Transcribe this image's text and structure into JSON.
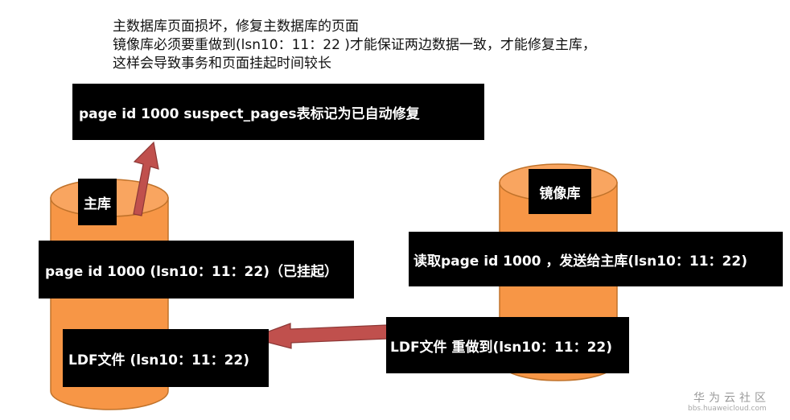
{
  "notes": {
    "line1": "主数据库页面损坏，修复主数据库的页面",
    "line2": "镜像库必须要重做到(lsn10：11：22 )才能保证两边数据一致，才能修复主库，",
    "line3": "这样会导致事务和页面挂起时间较长"
  },
  "labels": {
    "top_box": "page id 1000 suspect_pages表标记为已自动修复",
    "main_db": "主库",
    "mirror_db": "镜像库",
    "main_page": "page id 1000 (lsn10：11：22)（已挂起）",
    "mirror_read": "读取page id 1000 ，发送给主库(lsn10：11：22)",
    "ldf_main": "LDF文件 (lsn10：11：22)",
    "ldf_mirror": "LDF文件 重做到(lsn10：11：22)"
  },
  "watermark": {
    "title": "华为云社区",
    "url": "bbs.huaweicloud.com"
  },
  "colors": {
    "cylinder_fill": "#f79646",
    "cylinder_stroke": "#c0722a",
    "arrow_fill": "#c0504d",
    "arrow_stroke": "#8c3836",
    "box_fill": "#000000",
    "box_text": "#ffffff"
  }
}
